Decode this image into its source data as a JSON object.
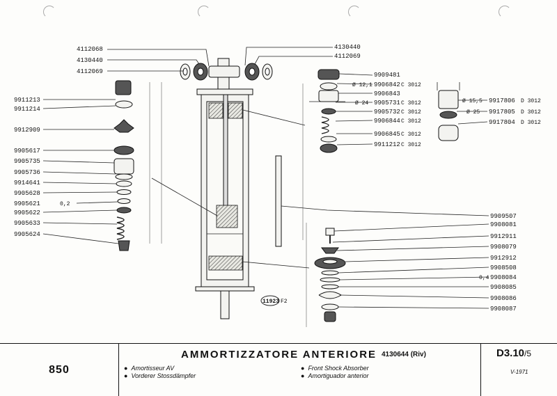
{
  "labels": {
    "p4112068": "4112068",
    "p4130440_l": "4130440",
    "p4112069_l": "4112069",
    "p4130440_r": "4130440",
    "p4112069_r": "4112069",
    "p9911213": "9911213",
    "p9911214": "9911214",
    "p9912909": "9912909",
    "p9905617": "9905617",
    "p9905735": "9905735",
    "p9905736": "9905736",
    "p9914641": "9914641",
    "p9905628": "9905628",
    "p9905621": "9905621",
    "p9905621_size": "0,2",
    "p9905622": "9905622",
    "p9905633": "9905633",
    "p9905624": "9905624",
    "p9909481": "9909481",
    "p9906842": "9906842",
    "p9906842_dia": "Ø 12,1",
    "p9906842_code": "C 3012",
    "p9906843": "9906843",
    "p9905731": "9905731",
    "p9905731_dia": "Ø 24",
    "p9905731_code": "C 3012",
    "p9905732": "9905732",
    "p9905732_code": "C 3012",
    "p9906844": "9906844",
    "p9906844_code": "C 3012",
    "p9906845": "9906845",
    "p9906845_code": "C 3012",
    "p9911212": "9911212",
    "p9911212_code": "C 3012",
    "p9917806": "9917806",
    "p9917806_dia": "Ø 15,5",
    "p9917806_code": "D 3012",
    "p9917805": "9917805",
    "p9917805_dia": "Ø 25",
    "p9917805_code": "D 3012",
    "p9917804": "9917804",
    "p9917804_code": "D 3012",
    "p9909507": "9909507",
    "p9908081": "9908081",
    "p9912911": "9912911",
    "p9908079": "9908079",
    "p9912912": "9912912",
    "p9908508": "9908508",
    "p9908084": "9908084",
    "p9908084_size": "0,4",
    "p9908085": "9908085",
    "p9908086": "9908086",
    "p9908087": "9908087",
    "figure_id": "11923",
    "figure_suffix": "F2"
  },
  "title_block": {
    "model": "850",
    "title": "AMMORTIZZATORE ANTERIORE",
    "code": "4130644 (Riv)",
    "fr": "Amortisseur AV",
    "de": "Vorderer Stossdämpfer",
    "en": "Front Shock Absorber",
    "es": "Amortiguador anterior",
    "ref": "D3.10",
    "ref_sub": "/5",
    "date": "V-1971"
  }
}
